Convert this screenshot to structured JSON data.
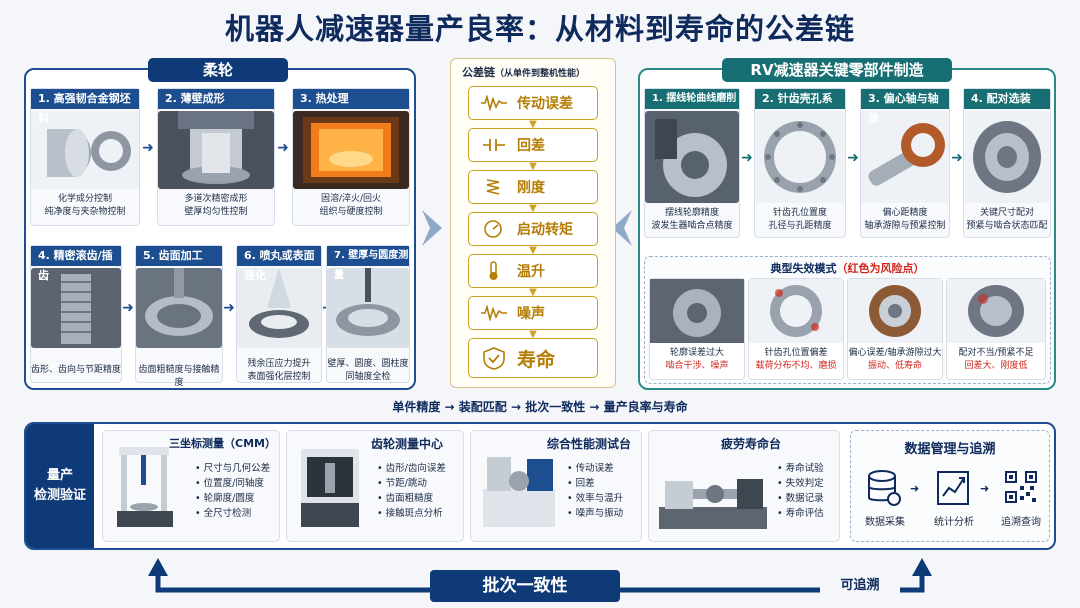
{
  "title": "机器人减速器量产良率：从材料到寿命的公差链",
  "flexspline": {
    "title": "柔轮",
    "steps": [
      {
        "label": "1. 高强韧合金钢坯料",
        "cap1": "化学成分控制",
        "cap2": "纯净度与夹杂物控制"
      },
      {
        "label": "2. 薄壁成形",
        "cap1": "多道次精密成形",
        "cap2": "壁厚均匀性控制"
      },
      {
        "label": "3. 热处理",
        "cap1": "固溶/淬火/回火",
        "cap2": "组织与硬度控制"
      },
      {
        "label": "4. 精密滚齿/插齿",
        "cap1": "齿形、齿向与节距精度",
        "cap2": ""
      },
      {
        "label": "5. 齿面加工",
        "cap1": "齿面粗糙度与接触精度",
        "cap2": ""
      },
      {
        "label": "6. 喷丸或表面强化",
        "cap1": "残余压应力提升",
        "cap2": "表面强化层控制"
      },
      {
        "label": "7. 壁厚与圆度测量",
        "cap1": "壁厚、圆度、圆柱度",
        "cap2": "同轴度全检"
      }
    ]
  },
  "chain": {
    "title": "公差链",
    "subtitle": "（从单件到整机性能）",
    "items": [
      "传动误差",
      "回差",
      "刚度",
      "启动转矩",
      "温升",
      "噪声",
      "寿命"
    ]
  },
  "rv": {
    "title": "RV减速器关键零部件制造",
    "steps": [
      {
        "label": "1. 摆线轮曲线磨削",
        "cap1": "摆线轮廓精度",
        "cap2": "波发生器啮合点精度"
      },
      {
        "label": "2. 针齿壳孔系",
        "cap1": "针齿孔位置度",
        "cap2": "孔径与孔距精度"
      },
      {
        "label": "3. 偏心轴与轴承",
        "cap1": "偏心距精度",
        "cap2": "轴承游隙与预紧控制"
      },
      {
        "label": "4. 配对选装",
        "cap1": "关键尺寸配对",
        "cap2": "预紧与啮合状态匹配"
      }
    ],
    "failure": {
      "title": "典型失效模式",
      "note": "（红色为风险点）",
      "items": [
        {
          "name": "轮廓误差过大",
          "risk": "啮合干涉、噪声"
        },
        {
          "name": "针齿孔位置偏差",
          "risk": "载荷分布不均、磨损"
        },
        {
          "name": "偏心误差/轴承游隙过大",
          "risk": "振动、低寿命"
        },
        {
          "name": "配对不当/预紧不足",
          "risk": "回差大、刚度低"
        }
      ]
    }
  },
  "flow_line": "单件精度 → 装配匹配 → 批次一致性 → 量产良率与寿命",
  "inspection": {
    "title_line1": "量产",
    "title_line2": "检测验证",
    "cards": [
      {
        "title": "三坐标测量（CMM）",
        "bullets": [
          "尺寸与几何公差",
          "位置度/同轴度",
          "轮廓度/圆度",
          "全尺寸检测"
        ]
      },
      {
        "title": "齿轮测量中心",
        "bullets": [
          "齿形/齿向误差",
          "节距/跳动",
          "齿面粗糙度",
          "接触斑点分析"
        ]
      },
      {
        "title": "综合性能测试台",
        "bullets": [
          "传动误差",
          "回差",
          "效率与温升",
          "噪声与振动"
        ]
      },
      {
        "title": "疲劳寿命台",
        "bullets": [
          "寿命试验",
          "失效判定",
          "数据记录",
          "寿命评估"
        ]
      }
    ],
    "data": {
      "title": "数据管理与追溯",
      "items": [
        "数据采集",
        "统计分析",
        "追溯查询"
      ]
    }
  },
  "footer": {
    "center": "批次一致性",
    "right": "可追溯"
  },
  "colors": {
    "navy": "#0f3a78",
    "teal": "#176e73",
    "gold": "#c9a227",
    "red": "#d0271d"
  }
}
